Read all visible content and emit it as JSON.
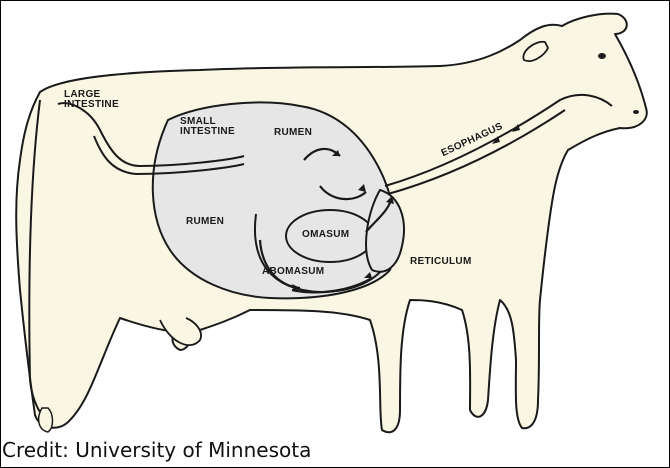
{
  "diagram": {
    "labels": {
      "large_intestine_1": "LARGE",
      "large_intestine_2": "INTESTINE",
      "small_intestine_1": "SMALL",
      "small_intestine_2": "INTESTINE",
      "rumen_upper": "RUMEN",
      "rumen_lower": "RUMEN",
      "omasum": "OMASUM",
      "abomasum": "ABOMASUM",
      "reticulum": "RETICULUM",
      "esophagus": "ESOPHAGUS"
    },
    "colors": {
      "body_fill": "#f9f6e3",
      "organ_fill": "#e6e6e6",
      "outline": "#1a1a1a"
    }
  },
  "credit": "Credit: University of Minnesota"
}
